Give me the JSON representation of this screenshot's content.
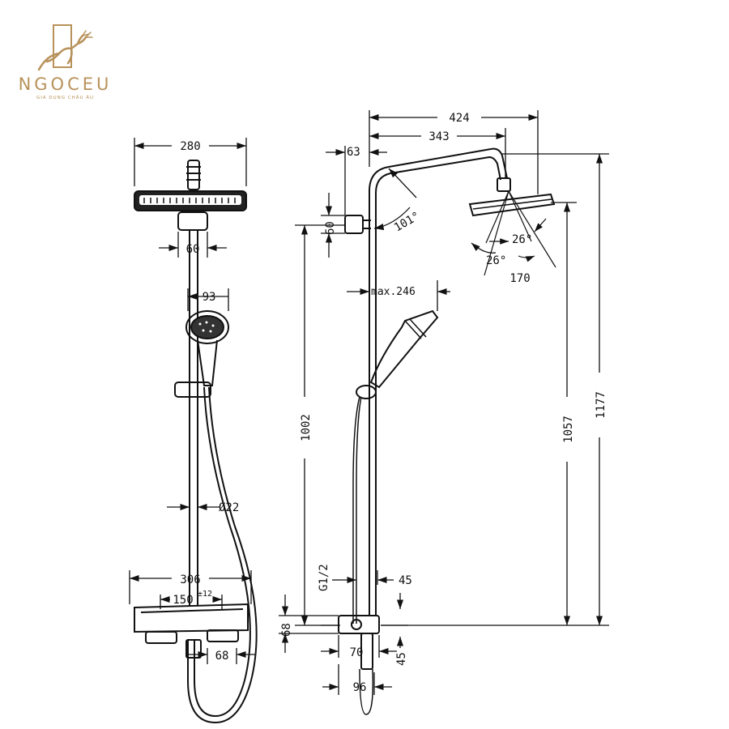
{
  "logo": {
    "brand": "NGOCEU",
    "tagline": "GIA DỤNG CHÂU ÂU",
    "color": "#b8925a"
  },
  "dimensions": {
    "front": {
      "head_width": "280",
      "mount_width": "60",
      "handshower_width": "93",
      "rail_diameter": "Ø22",
      "mixer_width": "306",
      "mixer_spacing": "150",
      "mixer_spacing_tol": "±12",
      "mixer_depth": "68"
    },
    "side": {
      "arm_reach": "424",
      "arm_to_head": "343",
      "wall_offset": "63",
      "bracket_height": "60",
      "arm_angle": "101°",
      "max_reach": "max.246",
      "spray_angle_a": "26°",
      "spray_angle_b": "26°",
      "head_diameter": "170",
      "height_1002": "1002",
      "height_1057": "1057",
      "height_1177": "1177",
      "thread": "G1/2",
      "outlet_offset": "45",
      "outlet_below": "45",
      "mixer_height": "68",
      "mixer_projection": "70",
      "mixer_total": "96"
    }
  },
  "colors": {
    "line": "#111111",
    "background": "#ffffff"
  }
}
